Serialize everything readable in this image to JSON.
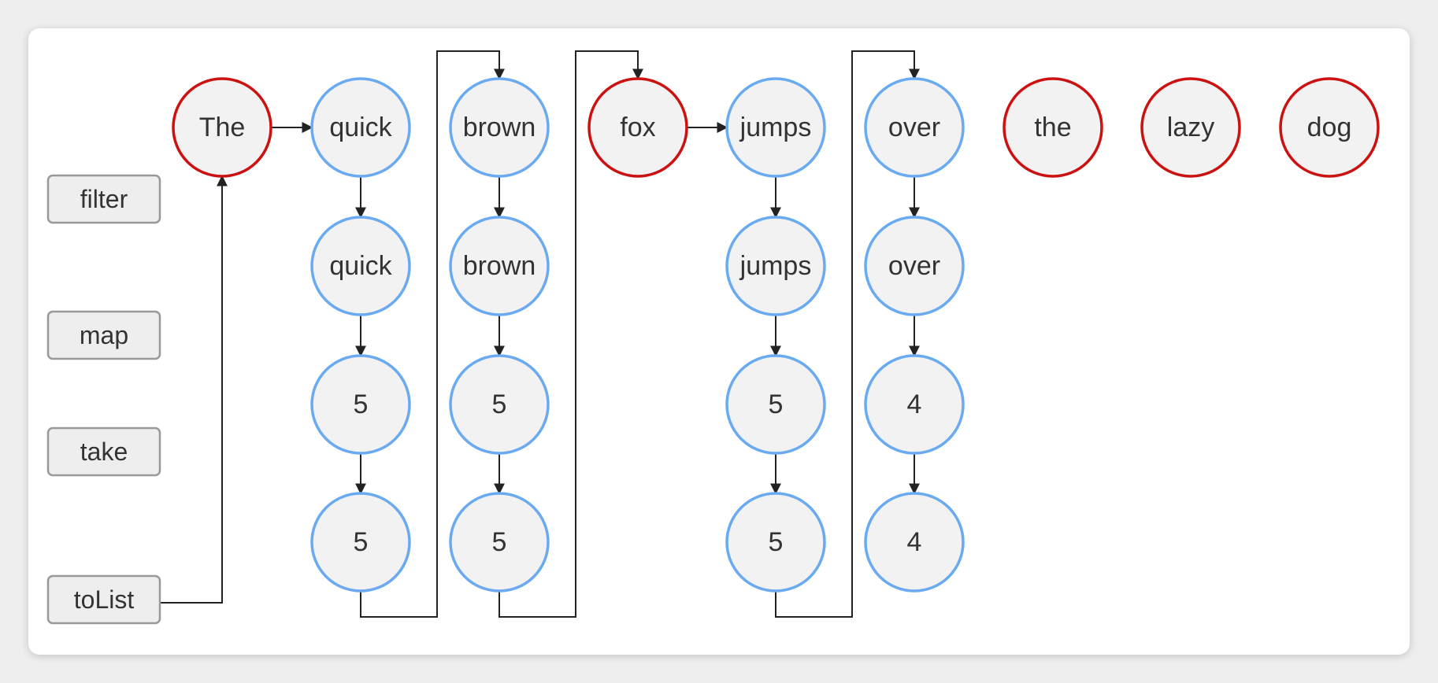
{
  "colors": {
    "terminal_stroke": "#cc1111",
    "pass_stroke": "#6aaaf0",
    "node_fill": "#f2f2f2",
    "op_fill": "#eeeeee",
    "op_stroke": "#999999",
    "edge": "#222222"
  },
  "operations": [
    {
      "id": "op-filter",
      "label": "filter"
    },
    {
      "id": "op-map",
      "label": "map"
    },
    {
      "id": "op-take",
      "label": "take"
    },
    {
      "id": "op-tolist",
      "label": "toList"
    }
  ],
  "source_words": [
    {
      "label": "The",
      "kind": "rejected"
    },
    {
      "label": "quick",
      "kind": "passed"
    },
    {
      "label": "brown",
      "kind": "passed"
    },
    {
      "label": "fox",
      "kind": "rejected"
    },
    {
      "label": "jumps",
      "kind": "passed"
    },
    {
      "label": "over",
      "kind": "passed"
    },
    {
      "label": "the",
      "kind": "unvisited"
    },
    {
      "label": "lazy",
      "kind": "unvisited"
    },
    {
      "label": "dog",
      "kind": "unvisited"
    }
  ],
  "pipelines": [
    {
      "word": "quick",
      "column": 1,
      "stages": [
        "quick",
        "5",
        "5"
      ]
    },
    {
      "word": "brown",
      "column": 2,
      "stages": [
        "brown",
        "5",
        "5"
      ]
    },
    {
      "word": "jumps",
      "column": 4,
      "stages": [
        "jumps",
        "5",
        "5"
      ]
    },
    {
      "word": "over",
      "column": 5,
      "stages": [
        "over",
        "4",
        "4"
      ]
    }
  ]
}
